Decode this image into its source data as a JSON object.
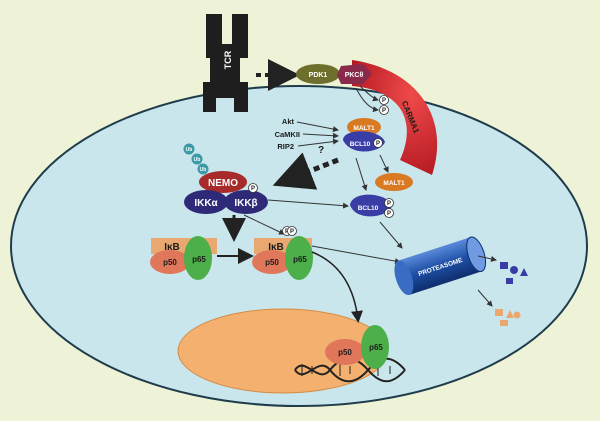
{
  "receptor": {
    "label": "TCR"
  },
  "kinases": {
    "pdk1": "PDK1",
    "pkc": "PKCθ"
  },
  "scaffold": {
    "carma1": "CARMA1",
    "malt1": "MALT1",
    "bcl10": "BCL10"
  },
  "upstream": {
    "akt": "Akt",
    "camkii": "CaMKII",
    "rip2": "RIP2",
    "question": "?"
  },
  "ikk": {
    "nemo": "NEMO",
    "alpha": "IKKα",
    "beta": "IKKβ"
  },
  "ubiquitin": "Ub",
  "phospho": "P",
  "nfkb": {
    "ikb": "IκB",
    "p50": "p50",
    "p65": "p65"
  },
  "proteasome": "PROTEASOME",
  "colors": {
    "background": "#eef2d6",
    "cytoplasm": "#c9e6ec",
    "nucleus": "#f3b06e",
    "carma1": "#d9232d",
    "bcl10": "#3a3da6",
    "malt1": "#d97a22",
    "ikk": "#2e2a78",
    "nemo": "#a82b2b",
    "p50": "#e0765a",
    "p65": "#4caf4a",
    "ikb": "#e8a870",
    "proteasome": "#1d4fa6"
  }
}
